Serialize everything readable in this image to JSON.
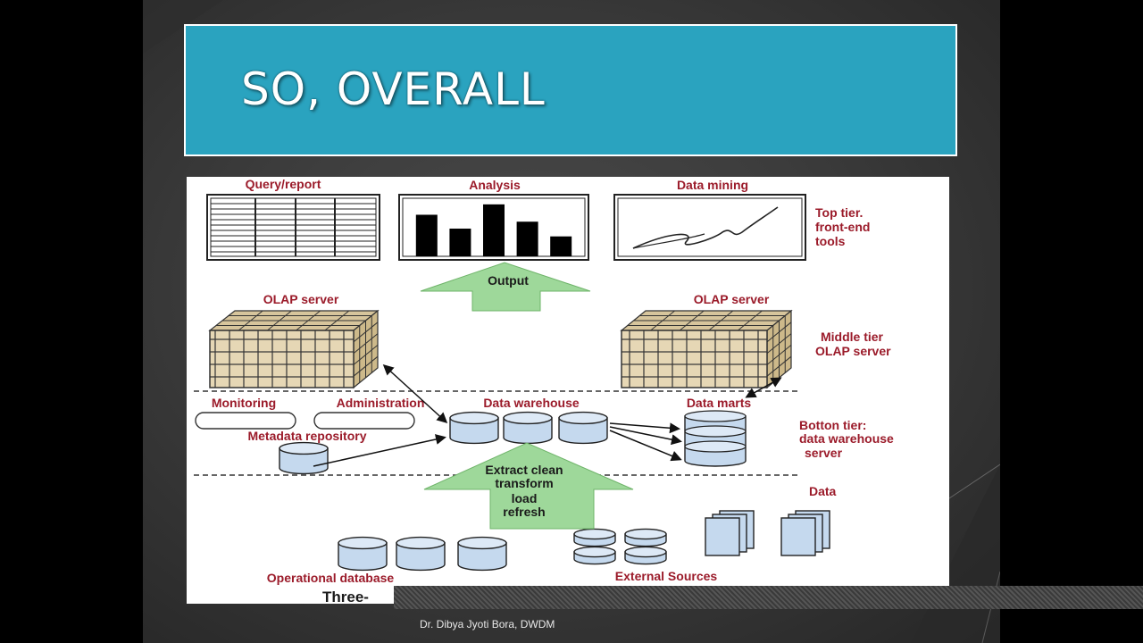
{
  "slide": {
    "title": "SO, OVERALL",
    "footer": "Dr. Dibya Jyoti Bora, DWDM"
  },
  "diagram": {
    "top_tools": [
      "Query/report",
      "Analysis",
      "Data mining"
    ],
    "top_tier": [
      "Top tier.",
      "front-end",
      "tools"
    ],
    "output": "Output",
    "olap_left": "OLAP server",
    "olap_right": "OLAP server",
    "middle_tier": [
      "Middle tier",
      "OLAP server"
    ],
    "monitoring": "Monitoring",
    "administration": "Administration",
    "data_warehouse": "Data warehouse",
    "data_marts": "Data marts",
    "metadata": "Metadata repository",
    "bottom_tier": [
      "Botton tier:",
      "data warehouse",
      "server"
    ],
    "extract": [
      "Extract clean",
      "transform",
      "load",
      "refresh"
    ],
    "data": "Data",
    "operational_db": "Operational database",
    "external_sources": "External Sources",
    "caption_partial": "Three-"
  },
  "chart_data": {
    "type": "bar",
    "categories": [
      "",
      "",
      "",
      "",
      ""
    ],
    "values": [
      48,
      32,
      60,
      40,
      23
    ],
    "ylim": [
      0,
      65
    ]
  },
  "colors": {
    "title_bg": "#2aa3bf",
    "label_red": "#9b1b2a",
    "arrow_green": "#9ed89a",
    "cylinder_fill": "#c5d9ee",
    "cube_fill": "#e6d7b5"
  }
}
